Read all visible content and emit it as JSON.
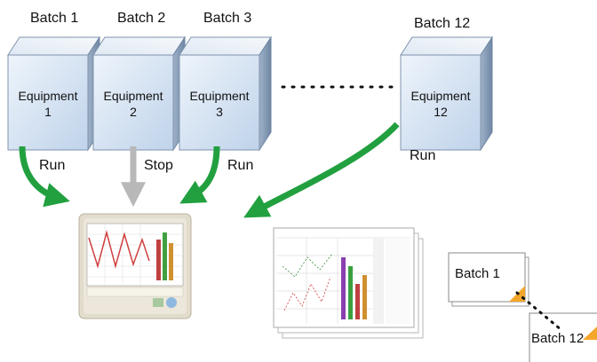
{
  "batches": [
    {
      "label": "Batch 1",
      "equipment_line1": "Equipment",
      "equipment_line2": "1",
      "status": "Run"
    },
    {
      "label": "Batch 2",
      "equipment_line1": "Equipment",
      "equipment_line2": "2",
      "status": "Stop"
    },
    {
      "label": "Batch 3",
      "equipment_line1": "Equipment",
      "equipment_line2": "3",
      "status": "Run"
    },
    {
      "label": "Batch 12",
      "equipment_line1": "Equipment",
      "equipment_line2": "12",
      "status": "Run"
    }
  ],
  "colors": {
    "run": "#22a040",
    "stop": "#b8b8b8",
    "cube_front": "#cfe0f2",
    "cube_side": "#8aa0ba",
    "cube_top": "#e8f0f8",
    "doc_corner": "#f4a62a"
  },
  "documents": {
    "first": "Batch 1",
    "last": "Batch 12"
  }
}
